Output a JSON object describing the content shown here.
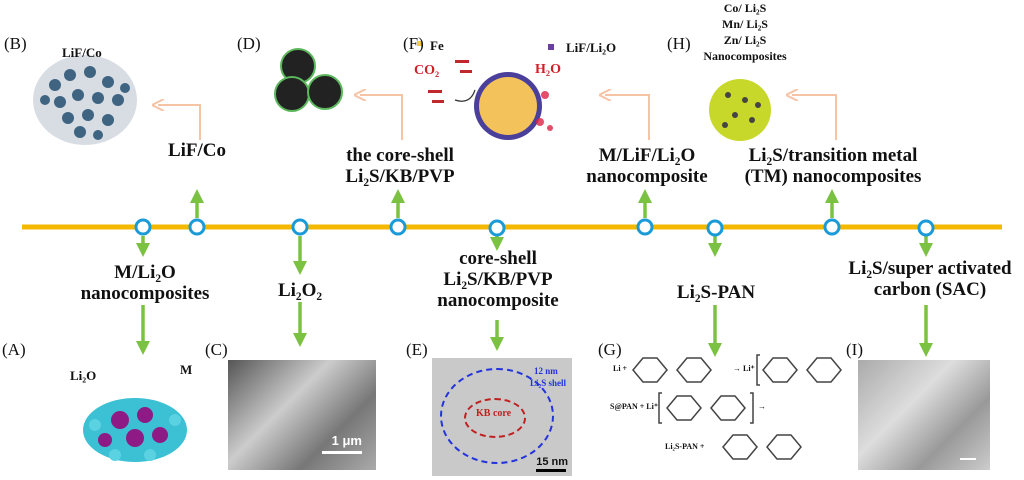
{
  "timeline": {
    "up_labels": [
      {
        "text": "LiF/Co"
      },
      {
        "line1": "the core-shell",
        "line2": "Li₂S/KB/PVP"
      },
      {
        "line1": "M/LiF/Li₂O",
        "line2": "nanocomposite"
      },
      {
        "line1": "Li₂S/transition metal",
        "line2": "(TM) nanocomposites"
      }
    ],
    "down_labels": [
      {
        "line1": "M/Li₂O",
        "line2": "nanocomposites"
      },
      {
        "text": "Li₂O₂"
      },
      {
        "line1": "core-shell",
        "line2": "Li₂S/KB/PVP",
        "line3": "nanocomposite"
      },
      {
        "text": "Li₂S-PAN"
      },
      {
        "line1": "Li₂S/super activated",
        "line2": "carbon (SAC)"
      }
    ]
  },
  "panels": {
    "A": {
      "tag": "(A)",
      "label_li2o": "Li₂O",
      "label_m": "M"
    },
    "B": {
      "tag": "(B)",
      "title": "LiF/Co"
    },
    "C": {
      "tag": "(C)",
      "scale": "1 μm"
    },
    "D": {
      "tag": "(D)"
    },
    "E": {
      "tag": "(E)",
      "core": "KB core",
      "shell_size": "12 nm",
      "shell": "Li₂S shell",
      "scale": "15 nm"
    },
    "F": {
      "tag": "(F)",
      "legend_fe": "Fe",
      "legend_lif": "LiF/Li₂O",
      "co2": "CO₂",
      "h2o": "H₂O"
    },
    "G": {
      "tag": "(G)",
      "eq1_left": "Li +",
      "eq1_right": "→ Li⁺",
      "eq2_left": "S@PAN + Li⁺",
      "eq2_arrow": "→",
      "eq3_left": "Li₂S-PAN +"
    },
    "H": {
      "tag": "(H)",
      "lines": [
        "Co/ Li₂S",
        "Mn/ Li₂S",
        "Zn/ Li₂S",
        "Nanocomposites"
      ]
    },
    "I": {
      "tag": "(I)"
    }
  },
  "colors": {
    "timeline": "#f5b800",
    "node": "#1a9bd7",
    "arrow": "#7cc242",
    "return_arrow": "#f6c3a5"
  }
}
